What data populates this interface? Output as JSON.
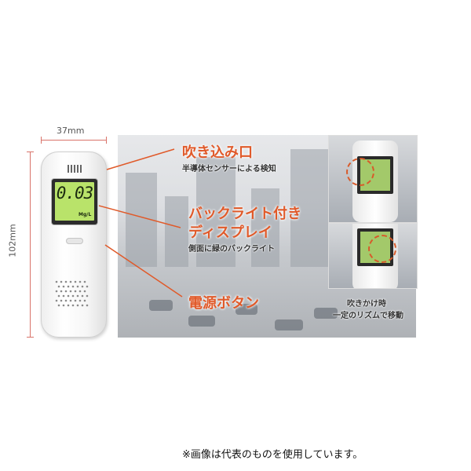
{
  "dimensions": {
    "width": "37mm",
    "height": "102mm"
  },
  "display": {
    "reading": "0.03",
    "unit": "Mg/L"
  },
  "features": {
    "inlet": {
      "title": "吹き込み口",
      "desc": "半導体センサーによる検知"
    },
    "backlight": {
      "title_line1": "バックライト付き",
      "title_line2": "ディスプレイ",
      "desc": "側面に緑のバックライト"
    },
    "power": {
      "title": "電源ボタン"
    }
  },
  "insets": {
    "caption_line1": "吹きかけ時",
    "caption_line2": "一定のリズムで移動"
  },
  "note": "※画像は代表のものを使用しています。",
  "colors": {
    "accent": "#e05a2a",
    "dimension": "#d9736a",
    "lcd": "#b9e36a"
  }
}
